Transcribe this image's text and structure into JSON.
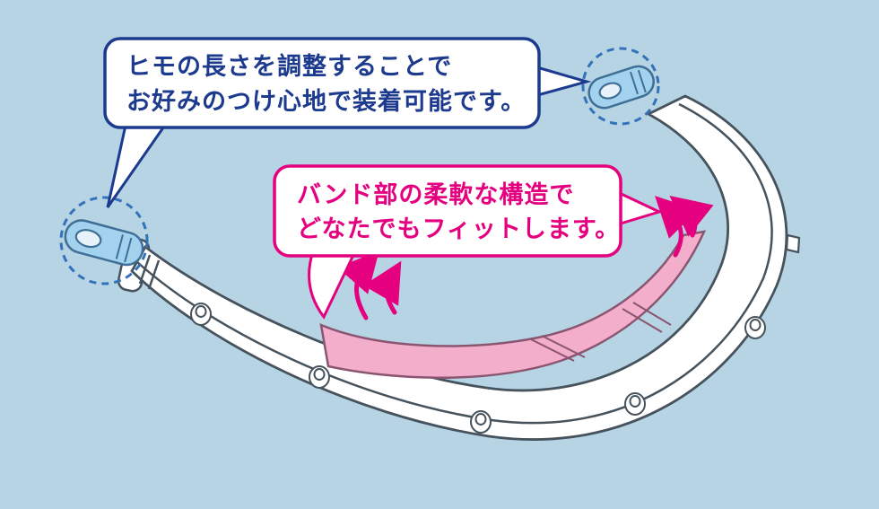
{
  "scene": {
    "background": "#b6d4e4"
  },
  "callout_strap": {
    "line1": "ヒモの長さを調整することで",
    "line2": "お好みのつけ心地で装着可能です。",
    "text_color": "#1c3a8e",
    "border_color": "#1c3a8e",
    "fill": "#ffffff"
  },
  "callout_band": {
    "line1": "バンド部の柔軟な構造で",
    "line2": "どなたでもフィットします。",
    "text_color": "#e4007f",
    "border_color": "#e4007f",
    "fill": "#ffffff"
  },
  "illustration": {
    "colors": {
      "outline": "#46525c",
      "band_fill": "#ffffff",
      "flex_band_fill": "#f3aecb",
      "flex_band_outline": "#8a5570",
      "strap_fill": "#a3d2ee",
      "strap_stroke": "#3f6f96",
      "dashed_circle": "#3272b8",
      "arrow": "#e4007f"
    }
  }
}
